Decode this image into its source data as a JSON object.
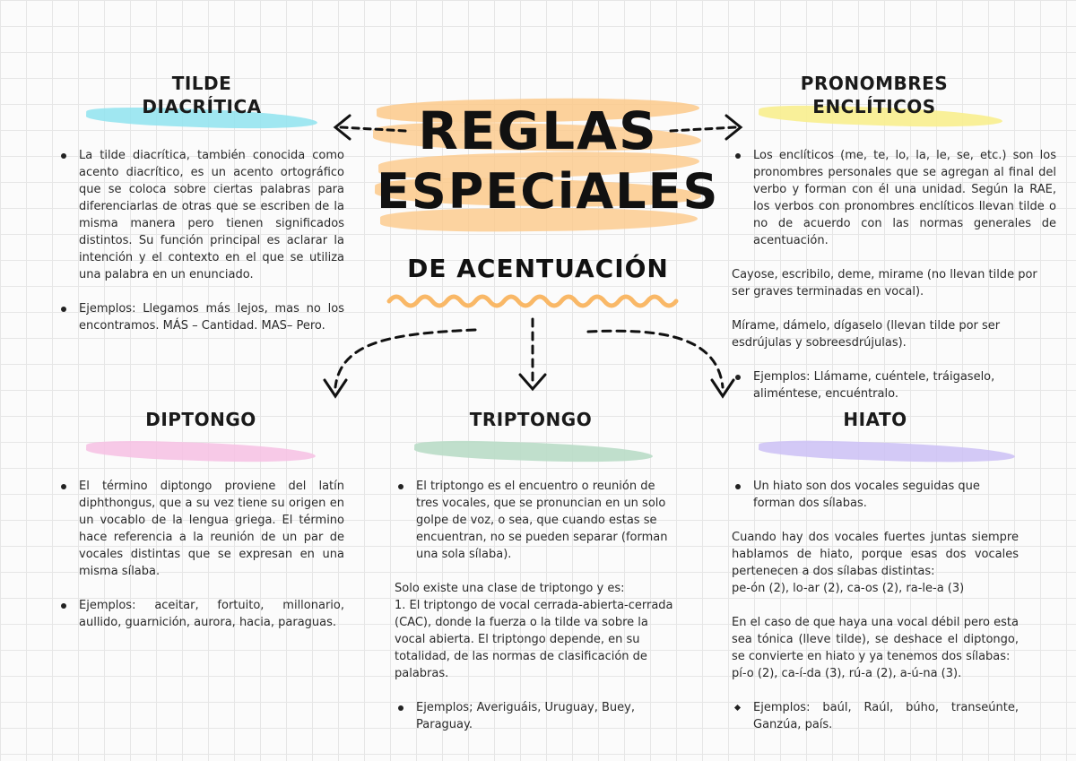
{
  "title": {
    "line1": "REGLAS",
    "line2": "ESPECiALES",
    "subtitle": "DE ACENTUACIÓN"
  },
  "colors": {
    "orange_highlight": "#fcc98a",
    "cyan_highlight": "#8fe3ee",
    "yellow_highlight": "#f8ee8e",
    "pink_highlight": "#f6bfe3",
    "green_highlight": "#b9dcc6",
    "purple_highlight": "#cbbff5"
  },
  "tilde": {
    "heading_line1": "TILDE",
    "heading_line2": "DIACRÍTICA",
    "p1": "La tilde diacrítica, también conocida como acento diacrítico, es un acento ortográfico que se coloca sobre ciertas palabras para diferenciarlas de otras que se escriben de la misma manera pero tienen significados distintos. Su función principal es aclarar la intención y el contexto en el que se utiliza una palabra en un enunciado.",
    "p2": "Ejemplos: Llegamos más lejos, mas no los encontramos. MÁS – Cantidad. MAS– Pero."
  },
  "pronombres": {
    "heading_line1": "PRONOMBRES",
    "heading_line2": "ENCLÍTICOS",
    "p1": "Los enclíticos (me, te, lo, la, le, se, etc.) son los pronombres personales que se agregan al final del verbo y forman con él una unidad. Según la RAE, los verbos con pronombres enclíticos llevan tilde o no de acuerdo con las normas generales de acentuación.",
    "p2": "Cayose, escribilo, deme, mirame (no llevan tilde por ser graves terminadas en vocal).",
    "p3": "Mírame, dámelo, dígaselo  (llevan tilde por ser esdrújulas y sobreesdrújulas).",
    "p4": "Ejemplos: Llámame, cuéntele, tráigaselo, aliméntese, encuéntralo."
  },
  "diptongo": {
    "heading": "DIPTONGO",
    "p1": "El término diptongo proviene del latín diphthongus, que a su vez tiene su origen en un vocablo de la lengua griega. El término hace referencia a la reunión de un par de vocales distintas que se expresan en una misma sílaba.",
    "p2": "Ejemplos: aceitar, fortuito, millonario, aullido, guarnición, aurora, hacia, paraguas."
  },
  "triptongo": {
    "heading": "TRIPTONGO",
    "p1": "El triptongo es el encuentro o reunión de tres vocales, que se pronuncian en un solo golpe de voz, o sea, que cuando estas se encuentran, no se pueden separar (forman una sola sílaba).",
    "p2": "Solo existe una clase de triptongo y es:",
    "p3": "1. El triptongo de vocal cerrada-abierta-cerrada (CAC), donde la fuerza o la tilde va sobre la vocal abierta. El triptongo depende, en su totalidad, de las normas de clasificación de palabras.",
    "p4": "Ejemplos; Averiguáis, Uruguay, Buey, Paraguay."
  },
  "hiato": {
    "heading": "HIATO",
    "p1": "Un hiato son dos vocales seguidas que forman dos sílabas.",
    "p2": "Cuando hay dos vocales fuertes juntas siempre hablamos de hiato, porque esas dos vocales pertenecen a dos sílabas distintas:",
    "p3": "pe-ón (2), lo-ar (2), ca-os (2), ra-le-a (3)",
    "p4": "En el caso de que haya una vocal débil pero esta sea tónica (lleve tilde), se deshace el diptongo, se convierte en hiato y ya tenemos dos sílabas:",
    "p5": "pí-o (2), ca-í-da (3), rú-a (2), a-ú-na (3).",
    "p6": "Ejemplos: baúl, Raúl, búho, transeúnte, Ganzúa, país."
  }
}
